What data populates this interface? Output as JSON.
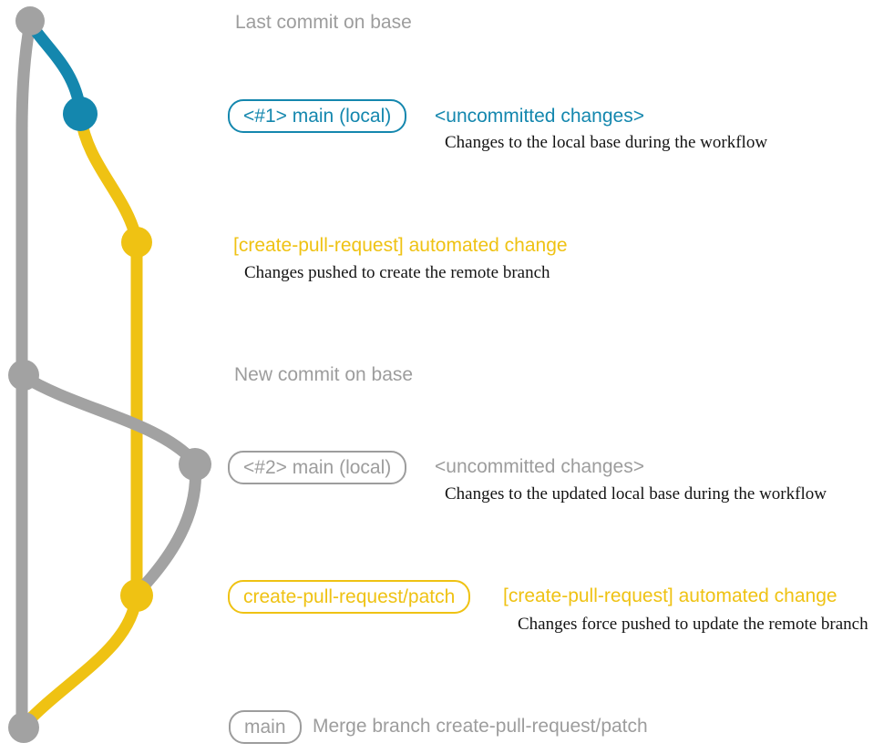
{
  "colors": {
    "gray_line": "#a2a2a2",
    "gray_text": "#9d9d9d",
    "blue": "#1487ae",
    "yellow": "#efc213",
    "description_text": "#141414"
  },
  "graph": {
    "type": "git-commit-graph",
    "branches": [
      {
        "name": "base",
        "color_key": "gray_line"
      },
      {
        "name": "main-local",
        "color_key": "blue"
      },
      {
        "name": "create-pull-request/patch",
        "color_key": "yellow"
      }
    ],
    "commits": [
      {
        "id": "last-commit-on-base",
        "branch": "base"
      },
      {
        "id": "uncommitted-changes-1",
        "branch": "main-local"
      },
      {
        "id": "automated-change-1",
        "branch": "create-pull-request/patch"
      },
      {
        "id": "new-commit-on-base",
        "branch": "base"
      },
      {
        "id": "uncommitted-changes-2",
        "branch": "main-local"
      },
      {
        "id": "automated-change-2",
        "branch": "create-pull-request/patch"
      },
      {
        "id": "merge-commit",
        "branch": "base"
      }
    ]
  },
  "labels": {
    "last_commit_on_base": "Last commit on base",
    "new_commit_on_base": "New commit on base"
  },
  "rows": {
    "r1": {
      "badge": "<#1> main (local)",
      "heading": "<uncommitted changes>",
      "description": "Changes to the local base during the workflow"
    },
    "r2": {
      "heading": "[create-pull-request] automated change",
      "description": "Changes pushed to create the remote branch"
    },
    "r3": {
      "badge": "<#2> main (local)",
      "heading": "<uncommitted changes>",
      "description": "Changes to the updated local base during the workflow"
    },
    "r4": {
      "badge": "create-pull-request/patch",
      "heading": "[create-pull-request] automated change",
      "description": "Changes force pushed to update the remote branch"
    },
    "r5": {
      "badge": "main",
      "heading": "Merge branch create-pull-request/patch"
    }
  }
}
